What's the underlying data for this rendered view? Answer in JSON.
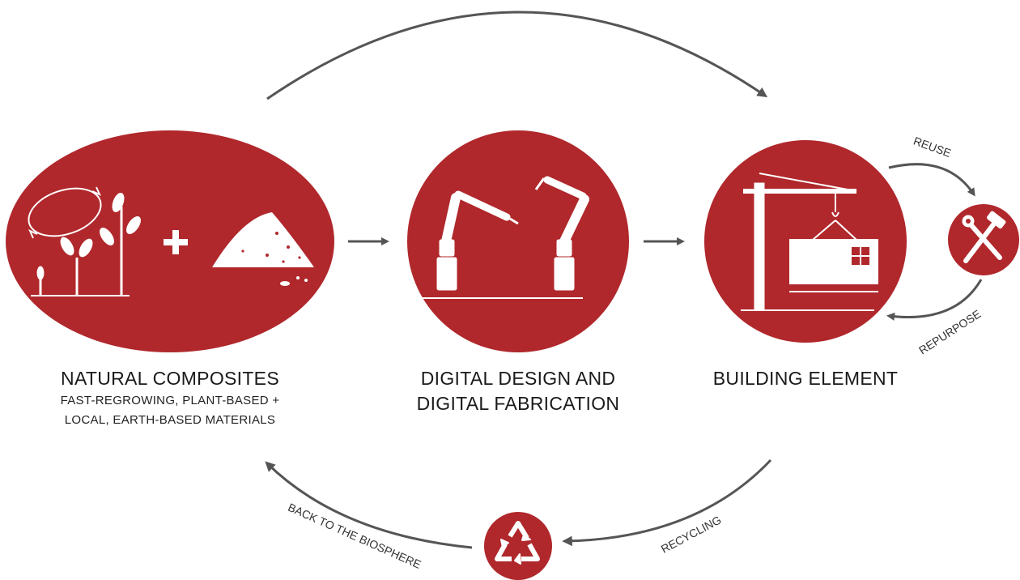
{
  "nodes": {
    "natural": {
      "title": "NATURAL COMPOSITES",
      "subtitle_line1": "FAST-REGROWING, PLANT-BASED +",
      "subtitle_line2": "LOCAL, EARTH-BASED MATERIALS",
      "icons": [
        "regrowth-cycle-icon",
        "plant-sprouts-icon",
        "plus-icon",
        "earth-pile-icon"
      ]
    },
    "digital": {
      "title_line1": "DIGITAL DESIGN AND",
      "title_line2": "DIGITAL FABRICATION",
      "icons": [
        "robot-arm-icon"
      ]
    },
    "building": {
      "title": "BUILDING ELEMENT",
      "icons": [
        "crane-icon",
        "building-module-icon"
      ]
    }
  },
  "cycle_labels": {
    "reuse": "REUSE",
    "repurpose": "REPURPOSE",
    "recycling": "RECYCLING",
    "back_to_biosphere": "BACK TO THE BIOSPHERE"
  },
  "side_icons": {
    "tools": "hammer-wrench-icon",
    "recycle": "recycle-icon"
  },
  "colors": {
    "accent": "#b0282c",
    "arrow": "#555555",
    "text": "#1a1a1a",
    "icon_fg": "#ffffff"
  }
}
